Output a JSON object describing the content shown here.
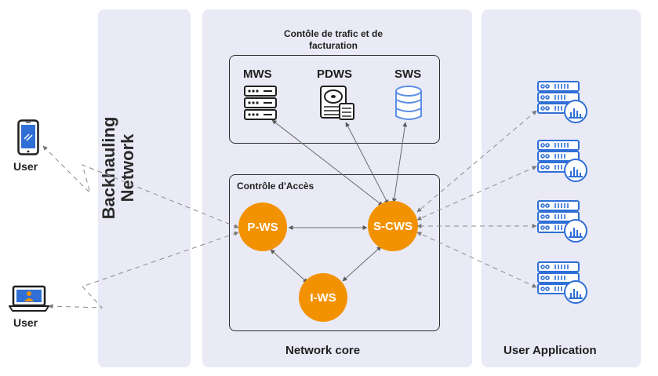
{
  "left": {
    "user_phone_label": "User",
    "user_laptop_label": "User"
  },
  "backhaul": {
    "title_line1": "Backhauling",
    "title_line2": "Network"
  },
  "core": {
    "footer": "Network core",
    "billing_box": {
      "title_line1": "Contôle de trafic et de",
      "title_line2": "facturation",
      "items": [
        "MWS",
        "PDWS",
        "SWS"
      ]
    },
    "access_box": {
      "title": "Contrôle d'Accès"
    },
    "nodes": {
      "pws": "P-WS",
      "scws": "S-CWS",
      "iws": "I-WS"
    }
  },
  "apps": {
    "footer": "User Application"
  },
  "colors": {
    "panel": "#e9eaf6",
    "node": "#f39200",
    "server_blue": "#2f6fd6",
    "dashed": "#8a8a8a"
  },
  "icons": [
    "smartphone-icon",
    "laptop-user-icon",
    "server-rack-icon",
    "storage-server-icon",
    "database-icon",
    "server-analytics-icon"
  ]
}
